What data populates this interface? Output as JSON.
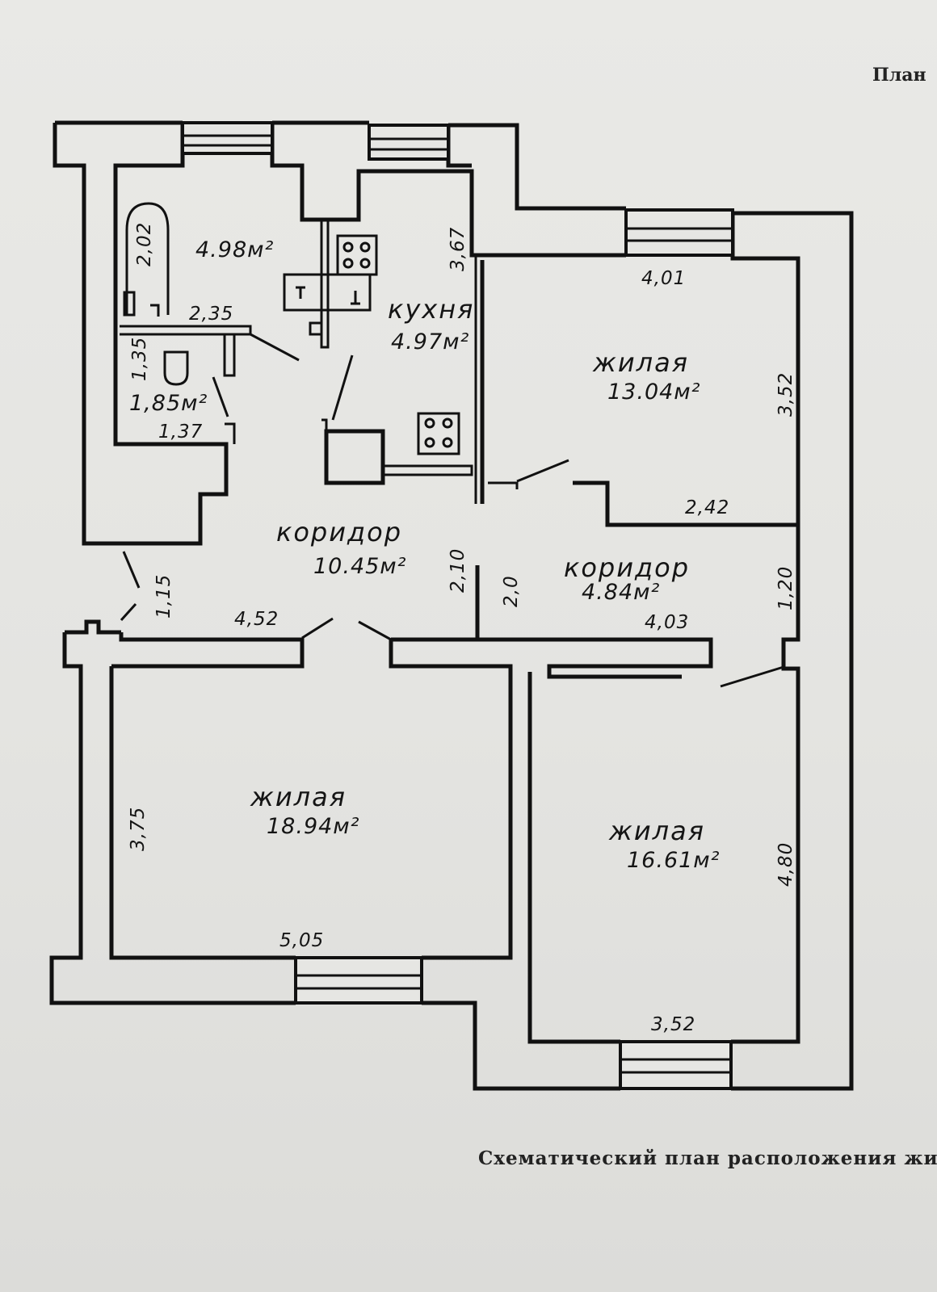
{
  "header": {
    "plan_label": "План"
  },
  "footer": {
    "caption": "Схематический план расположения жил"
  },
  "rooms": {
    "bath": {
      "area": "4.98м²"
    },
    "wc": {
      "area": "1,85м²"
    },
    "kitchen": {
      "name": "кухня",
      "area": "4.97м²"
    },
    "living1": {
      "name": "жилая",
      "area": "13.04м²"
    },
    "corridor1": {
      "name": "коридор",
      "area": "10.45м²"
    },
    "corridor2": {
      "name": "коридор",
      "area": "4.84м²"
    },
    "living2": {
      "name": "жилая",
      "area": "18.94м²"
    },
    "living3": {
      "name": "жилая",
      "area": "16.61м²"
    }
  },
  "dimensions": {
    "bath_len": "2,02",
    "bath_wc_wall": "2,35",
    "wc_side": "1,35",
    "wc_width": "1,37",
    "kitchen_side": "3,67",
    "living1_top": "4,01",
    "living1_side": "3,52",
    "living1_bottom": "2,42",
    "corridor1_side": "1,15",
    "corridor1_bottom": "4,52",
    "corridor_gap_a": "2,10",
    "corridor_gap_b": "2,0",
    "corridor2_side": "1,20",
    "corridor2_bottom": "4,03",
    "living2_side": "3,75",
    "living2_bottom": "5,05",
    "living3_side": "4,80",
    "living3_bottom": "3,52"
  }
}
